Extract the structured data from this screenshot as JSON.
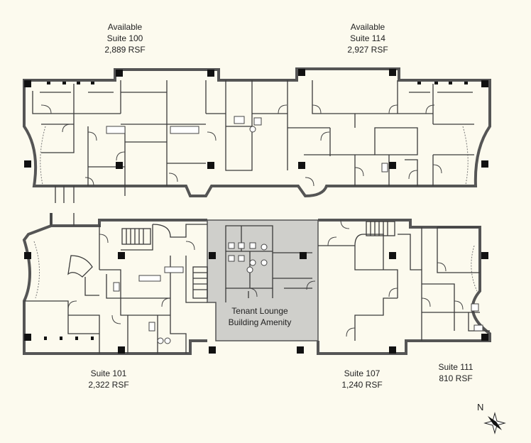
{
  "suites": [
    {
      "id": "suite-100",
      "lines": [
        "Available",
        "Suite 100",
        "2,889 RSF"
      ]
    },
    {
      "id": "suite-114",
      "lines": [
        "Available",
        "Suite 114",
        "2,927 RSF"
      ]
    },
    {
      "id": "suite-101",
      "lines": [
        "Suite 101",
        "2,322 RSF"
      ]
    },
    {
      "id": "suite-107",
      "lines": [
        "Suite 107",
        "1,240 RSF"
      ]
    },
    {
      "id": "suite-111",
      "lines": [
        "Suite 111",
        "810 RSF"
      ]
    }
  ],
  "amenity": {
    "lines": [
      "Tenant Lounge",
      "Building Amenity"
    ],
    "fill_color": "#cfcfcb"
  },
  "compass": {
    "label": "N"
  },
  "colors": {
    "background": "#fcfaee",
    "walls": "#3a3a3a",
    "columns": "#111111"
  }
}
